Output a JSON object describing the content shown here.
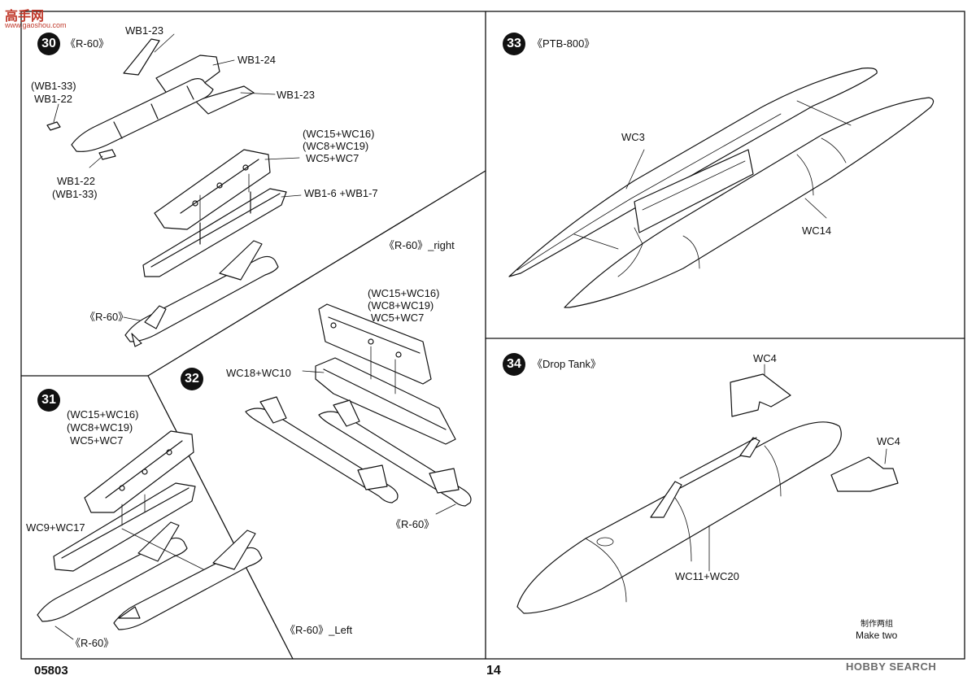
{
  "watermark": {
    "logo": "高手网",
    "site": "www.gaoshou.com"
  },
  "footer": {
    "code": "05803",
    "page_number": "14",
    "brand": "HOBBY SEARCH"
  },
  "steps": {
    "s30": {
      "number": "30",
      "title": "《R-60》",
      "labels": {
        "wb1_23_top": "WB1-23",
        "wb1_24": "WB1-24",
        "wb1_33_paren": "(WB1-33)",
        "wb1_22": "WB1-22",
        "wb1_23_right": "WB1-23",
        "wc15_wc16": "(WC15+WC16)",
        "wc8_wc19": "(WC8+WC19)",
        "wc5_wc7": "WC5+WC7",
        "wb1_22_bottom": "WB1-22",
        "wb1_33_bottom": "(WB1-33)",
        "wb1_6_wb1_7": "WB1-6 +WB1-7",
        "r60_bottom": "《R-60》"
      }
    },
    "s31": {
      "number": "31",
      "labels": {
        "wc15_wc16": "(WC15+WC16)",
        "wc8_wc19": "(WC8+WC19)",
        "wc5_wc7": "WC5+WC7",
        "wc9_wc17": "WC9+WC17",
        "r60": "《R-60》"
      }
    },
    "s32": {
      "number": "32",
      "labels": {
        "r60_right": "《R-60》_right",
        "wc15_wc16": "(WC15+WC16)",
        "wc8_wc19": "(WC8+WC19)",
        "wc5_wc7": "WC5+WC7",
        "wc18_wc10": "WC18+WC10",
        "r60": "《R-60》",
        "r60_left": "《R-60》_Left"
      }
    },
    "s33": {
      "number": "33",
      "title": "《PTB-800》",
      "labels": {
        "wc3": "WC3",
        "wc14": "WC14"
      }
    },
    "s34": {
      "number": "34",
      "title": "《Drop Tank》",
      "labels": {
        "wc4_top": "WC4",
        "wc4_right": "WC4",
        "wc11_wc20": "WC11+WC20",
        "make_two_cn": "制作两组",
        "make_two_en": "Make two"
      }
    }
  }
}
